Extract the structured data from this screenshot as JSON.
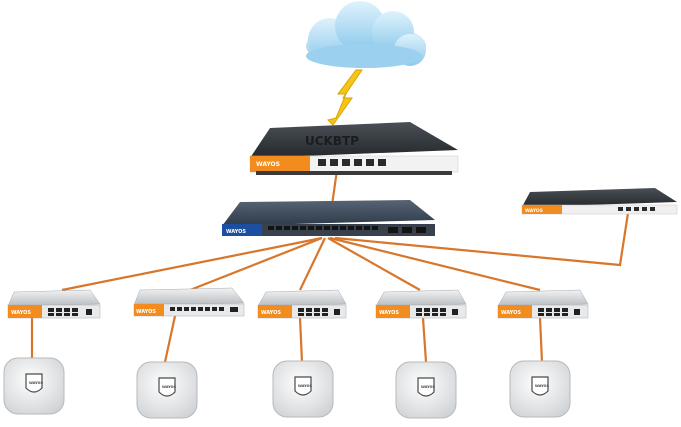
{
  "diagram": {
    "nodes": {
      "cloud": {
        "label": ""
      },
      "router": {
        "brand": "UCKBTP",
        "sub_brand": "WAYOS"
      },
      "core_switch": {
        "brand": "WAYOS"
      },
      "ac_controller": {
        "brand": "WAYOS"
      },
      "access_switches": [
        {
          "brand": "WAYOS"
        },
        {
          "brand": "WAYOS"
        },
        {
          "brand": "WAYOS"
        },
        {
          "brand": "WAYOS"
        },
        {
          "brand": "WAYOS"
        }
      ],
      "access_points": [
        {
          "brand": "WAYOS"
        },
        {
          "brand": "WAYOS"
        },
        {
          "brand": "WAYOS"
        },
        {
          "brand": "WAYOS"
        },
        {
          "brand": "WAYOS"
        }
      ]
    },
    "colors": {
      "cable": "#d8762b",
      "accent_orange": "#f28c1f",
      "device_dark": "#2e3338",
      "device_silver": "#cfd3d7",
      "switch_blue": "#1d4fa0",
      "lightning": "#f5c518",
      "cloud": "#9fd3f0"
    }
  }
}
